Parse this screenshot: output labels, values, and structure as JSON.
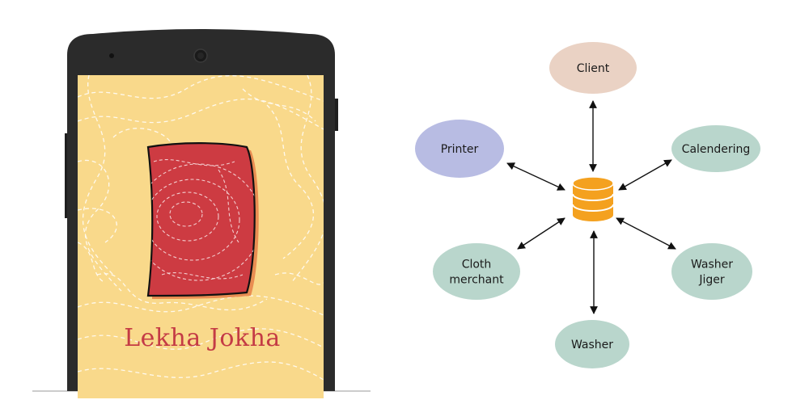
{
  "app": {
    "title": "Lekha Jokha",
    "colors": {
      "screen_bg": "#f9d98b",
      "logo_red": "#cd3b42",
      "title_red": "#c43b45",
      "phone_body": "#2b2b2b"
    }
  },
  "diagram": {
    "center_icon": "database-icon",
    "nodes": [
      {
        "id": "client",
        "lines": [
          "Client"
        ],
        "color": "#ead2c4"
      },
      {
        "id": "calendering",
        "lines": [
          "Calendering"
        ],
        "color": "#b9d6cc"
      },
      {
        "id": "washer-jiger",
        "lines": [
          "Washer",
          "Jiger"
        ],
        "color": "#b9d6cc"
      },
      {
        "id": "washer",
        "lines": [
          "Washer"
        ],
        "color": "#b9d6cc"
      },
      {
        "id": "cloth-merchant",
        "lines": [
          "Cloth",
          "merchant"
        ],
        "color": "#b9d6cc"
      },
      {
        "id": "printer",
        "lines": [
          "Printer"
        ],
        "color": "#b8bce3"
      }
    ],
    "connector": "bidirectional-arrow",
    "database_color": "#f4a11f"
  }
}
